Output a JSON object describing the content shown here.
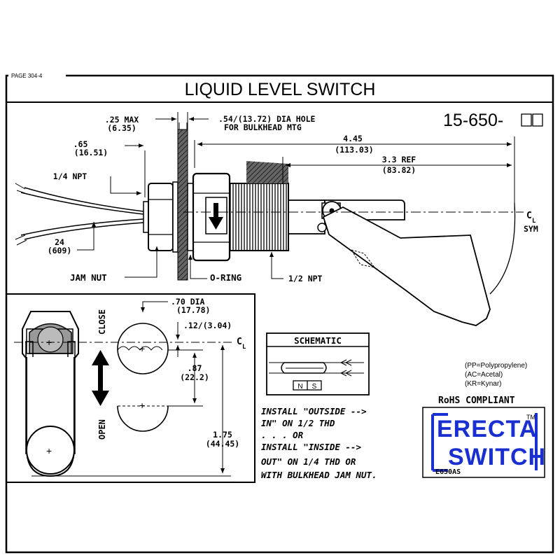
{
  "page_label": "PAGE 304-4",
  "title": "LIQUID LEVEL SWITCH",
  "part_number": "15-650-",
  "dimensions": {
    "max_25_in": ".25 MAX",
    "max_25_mm": "(6.35)",
    "hole_1": ".54/(13.72) DIA HOLE",
    "hole_2": "FOR BULKHEAD MTG",
    "d_65_in": ".65",
    "d_65_mm": "(16.51)",
    "d_445_in": "4.45",
    "d_445_mm": "(113.03)",
    "d_33_in": "3.3 REF",
    "d_33_mm": "(83.82)",
    "npt_quarter": "1/4 NPT",
    "wire_in": "24",
    "wire_mm": "(609)",
    "jam_nut": "JAM NUT",
    "o_ring": "O-RING",
    "npt_half": "1/2 NPT",
    "cl_sym_1": "C",
    "cl_sym_sub": "L",
    "cl_sym_2": "SYM",
    "dia_70_in": ".70 DIA",
    "dia_70_mm": "(17.78)",
    "d_12": ".12/(3.04)",
    "d_87_in": ".87",
    "d_87_mm": "(22.2)",
    "d_175_in": "1.75",
    "d_175_mm": "(44.45)",
    "close": "CLOSE",
    "open": "OPEN"
  },
  "schematic": {
    "title": "SCHEMATIC",
    "n": "N",
    "s": "S"
  },
  "materials": [
    "(PP=Polypropylene)",
    "(AC=Acetal)",
    "(KR=Kynar)"
  ],
  "rohs": "RoHS COMPLIANT",
  "install_notes": [
    "INSTALL \"OUTSIDE -->",
    "IN\" ON 1/2 THD",
    ". . . OR",
    "INSTALL \"INSIDE -->",
    "OUT\" ON 1/4 THD OR",
    "WITH BULKHEAD JAM NUT."
  ],
  "logo": {
    "line1": "ERECTA",
    "line2": "SWITCH",
    "tm": "TM",
    "model": "E650AS",
    "color": "#1a2fd0"
  }
}
